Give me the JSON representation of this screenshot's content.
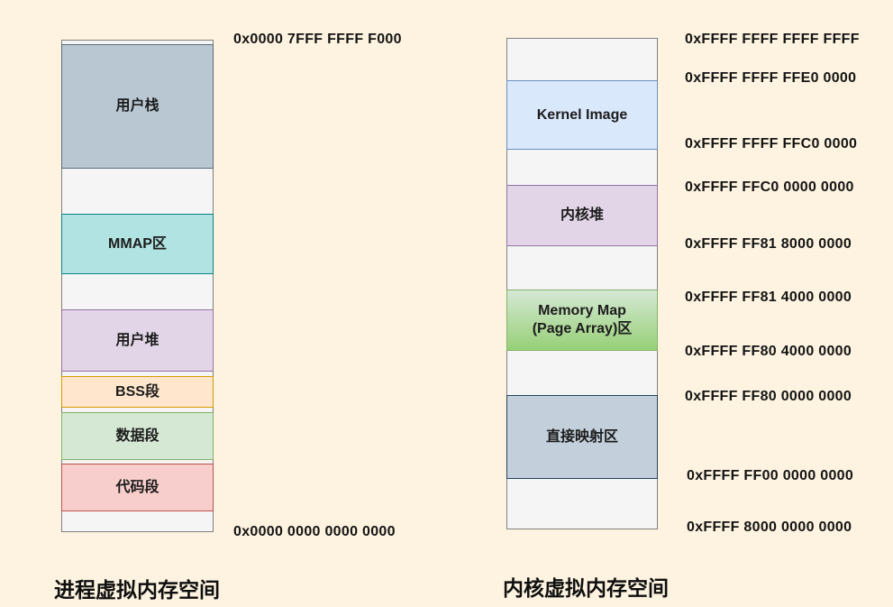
{
  "palette": {
    "background": "#fdf3e0",
    "column_fill": "#f5f5f5",
    "column_border": "#7f7f7f",
    "user_stack_fill": "#b9c7d2",
    "mmap_fill": "#b0e3e2",
    "mmap_border": "#0e8088",
    "heap_fill": "#e1d5e7",
    "heap_border": "#9673a6",
    "bss_fill": "#ffe6cc",
    "bss_border": "#d79b00",
    "data_fill": "#d5e8d4",
    "data_border": "#82b366",
    "code_fill": "#f8cecc",
    "code_border": "#b85450",
    "kernel_image_fill": "#dae8fc",
    "kernel_image_border": "#6c8ebf",
    "memmap_gradient_top": "#d5e8d4",
    "memmap_gradient_bottom": "#97d077",
    "direct_map_fill": "#c3cfda",
    "direct_map_border": "#23445d"
  },
  "process": {
    "title": "进程虚拟内存空间",
    "top_address": "0x0000 7FFF FFFF F000",
    "bottom_address": "0x0000 0000 0000 0000",
    "segments": [
      {
        "label": "用户栈",
        "fill": "#b9c7d2"
      },
      {
        "label": "MMAP区",
        "fill": "#b0e3e2"
      },
      {
        "label": "用户堆",
        "fill": "#e1d5e7"
      },
      {
        "label": "BSS段",
        "fill": "#ffe6cc"
      },
      {
        "label": "数据段",
        "fill": "#d5e8d4"
      },
      {
        "label": "代码段",
        "fill": "#f8cecc"
      }
    ]
  },
  "kernel": {
    "title": "内核虚拟内存空间",
    "segments": [
      {
        "label": "Kernel Image",
        "fill": "#dae8fc"
      },
      {
        "label": "内核堆",
        "fill": "#e1d5e7"
      },
      {
        "label": "Memory Map\n(Page Array)区",
        "fill": "#97d077"
      },
      {
        "label": "直接映射区",
        "fill": "#c3cfda"
      }
    ],
    "addresses": [
      "0xFFFF FFFF FFFF FFFF",
      "0xFFFF FFFF FFE0 0000",
      "0xFFFF FFFF FFC0 0000",
      "0xFFFF FFC0 0000 0000",
      "0xFFFF FF81 8000 0000",
      "0xFFFF FF81 4000 0000",
      "0xFFFF FF80 4000 0000",
      "0xFFFF FF80 0000 0000",
      "0xFFFF FF00 0000 0000",
      "0xFFFF 8000 0000 0000"
    ]
  }
}
